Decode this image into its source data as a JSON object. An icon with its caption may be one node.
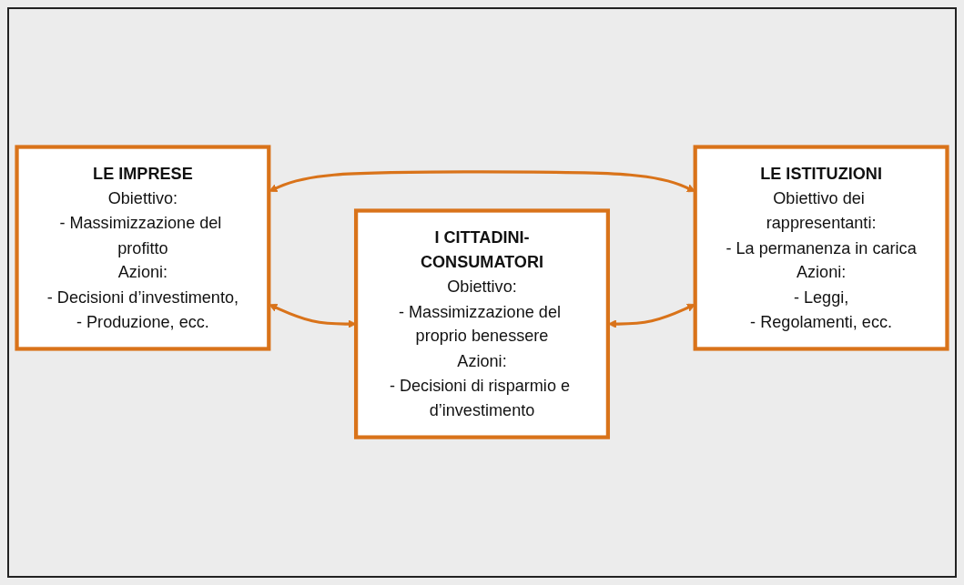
{
  "diagram": {
    "nodes": [
      {
        "text": [
          "LE IMPRESE",
          "Obiettivo:",
          "- Massimizzazione del profitto",
          "Azioni:",
          "- Decisioni d’investimento,",
          "- Produzione, ecc."
        ]
      },
      {
        "text": [
          "LE ISTITUZIONI",
          "Obiettivo dei rappresentanti:",
          "- La permanenza in carica",
          "Azioni:",
          "- Leggi,",
          "- Regolamenti, ecc."
        ]
      },
      {
        "text": [
          "I CITTADINI-CONSUMATORI",
          "Obiettivo:",
          "- Massimizzazione del proprio benessere",
          "Azioni:",
          "- Decisioni di risparmio e d’investimento"
        ]
      }
    ],
    "edges": [
      {
        "from": 0,
        "to": 1,
        "arrow": "both"
      },
      {
        "from": 0,
        "to": 2,
        "arrow": "both"
      },
      {
        "from": 2,
        "to": 1,
        "arrow": "both"
      }
    ]
  }
}
